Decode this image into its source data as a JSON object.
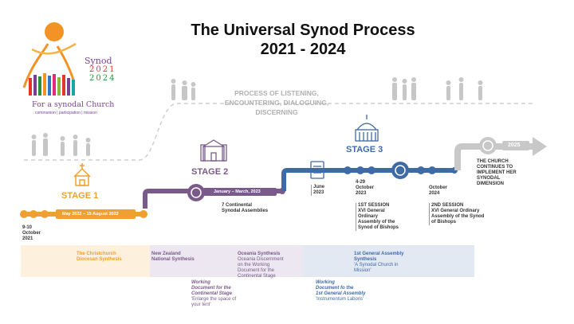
{
  "title": {
    "line1": "The Universal Synod Process",
    "line2": "2021 - 2024"
  },
  "logo": {
    "word_synod": "Synod",
    "year1": "2021",
    "year2": "2024",
    "tagline": "For a synodal Church",
    "subtagline": "communion | participation | mission"
  },
  "process": {
    "line1": "PROCESS OF LISTENING,",
    "line2": "ENCOUNTERING, DIALOGUING,",
    "line3": "DISCERNING"
  },
  "stages": {
    "stage1": {
      "label": "STAGE 1",
      "bar_text": "May 2022 – 15 August 2022"
    },
    "stage2": {
      "label": "STAGE 2",
      "bar_text": "January – March, 2023",
      "note_line1": "7 Continental",
      "note_line2": "Synodal Assemblies"
    },
    "stage3": {
      "label": "STAGE 3"
    }
  },
  "dates": {
    "start": {
      "line1": "9-10",
      "line2": "October",
      "line3": "2021"
    },
    "june": {
      "line1": "June",
      "line2": "2023"
    },
    "oct2023": {
      "line1": "4-29",
      "line2": "October",
      "line3": "2023"
    },
    "oct2024": {
      "line1": "October",
      "line2": "2024"
    }
  },
  "sessions": {
    "first": {
      "line1": "1ST SESSION",
      "line2": "XVI General",
      "line3": "Ordinary",
      "line4": "Assembly of the",
      "line5": "Synod of Bishops"
    },
    "second": {
      "line1": "2ND SESSION",
      "line2": "XVI General Ordinary",
      "line3": "Assembly of the Synod",
      "line4": "of Bishops"
    }
  },
  "future": {
    "year": "2025",
    "line1": "THE CHURCH",
    "line2": "CONTINUES TO",
    "line3": "IMPLEMENT HER",
    "line4": "SYNODAL",
    "line5": "DIMENSION"
  },
  "syntheses": {
    "christchurch": {
      "line1": "The Christchurch",
      "line2": "Diocesan Synthesis"
    },
    "nz": {
      "line1": "New Zealand",
      "line2": "National Synthesis"
    },
    "oceania": {
      "title": "Oceania Synthesis",
      "line1": "Oceania Discernment",
      "line2": "on the Working",
      "line3": "Document for the",
      "line4": "Continental Stage"
    },
    "general": {
      "line1": "1st General Assembly",
      "line2": "Synthesis",
      "line3": "'A Synodal Church in",
      "line4": "Mission'"
    }
  },
  "documents": {
    "continental": {
      "line1": "Working",
      "line2": "Document for the",
      "line3": "Continental Stage",
      "line4": "'Enlarge the space of",
      "line5": "your tent'"
    },
    "general": {
      "line1": "Working",
      "line2": "Document fo the",
      "line3": "1st General Assembly",
      "line4": "'Instrumentum Laboris'"
    }
  },
  "colors": {
    "orange": "#f0a030",
    "purple": "#7a5a8a",
    "blue": "#3f6aa8",
    "grey": "#b8b8b8",
    "band_orange": "#fbe7c7",
    "band_purple": "#e4dde9",
    "band_blue": "#dbe3ef"
  }
}
